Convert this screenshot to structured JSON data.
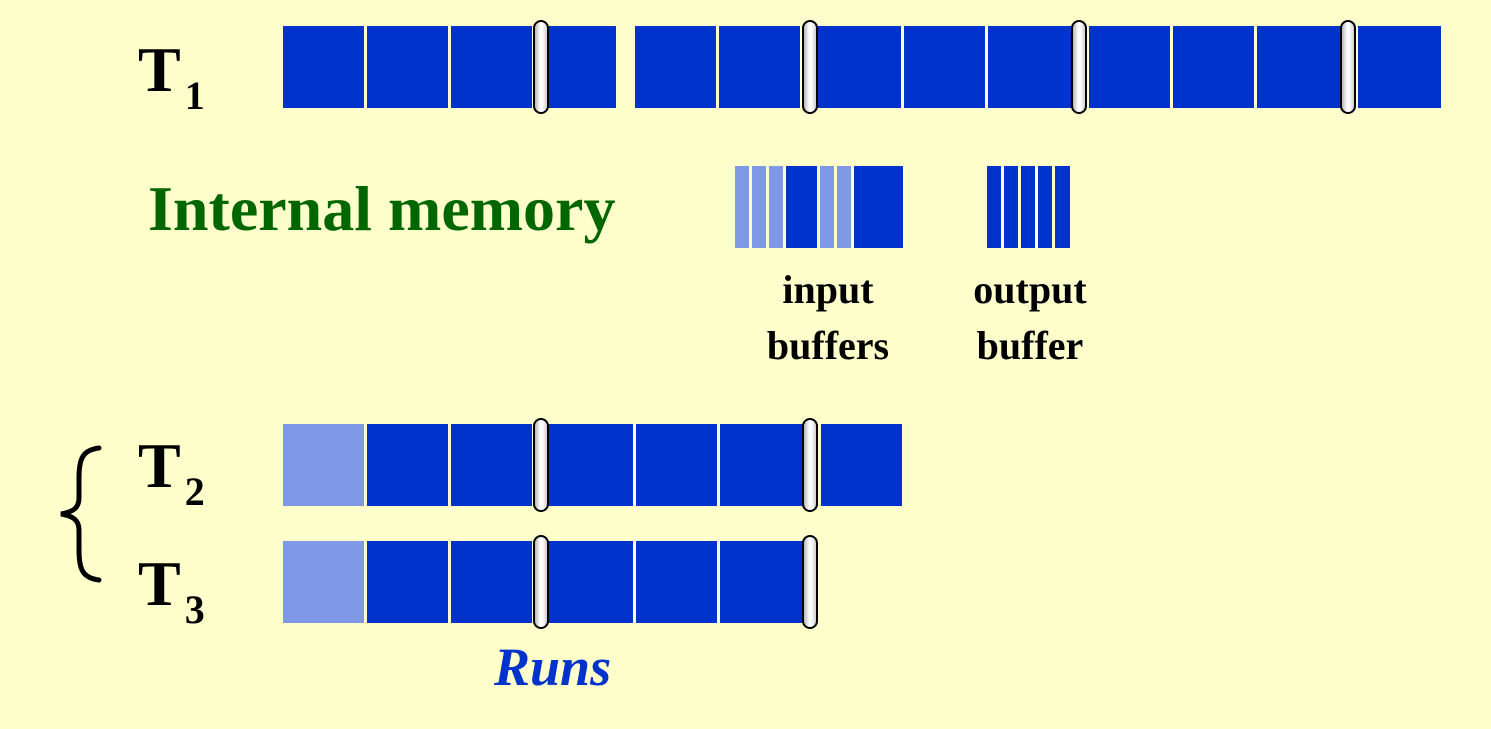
{
  "tapes": [
    {
      "label": "T",
      "sub": "1"
    },
    {
      "label": "T",
      "sub": "2"
    },
    {
      "label": "T",
      "sub": "3"
    }
  ],
  "memory": {
    "title": "Internal memory",
    "input_caption_1": "input",
    "input_caption_2": "buffers",
    "output_caption_1": "output",
    "output_caption_2": "buffer"
  },
  "runs_label": "Runs",
  "colors": {
    "background": "#FFFFCC",
    "block": "#0033CC",
    "block_consumed": "#8099E6",
    "title_green": "#006600",
    "runs_blue": "#0033CC"
  }
}
